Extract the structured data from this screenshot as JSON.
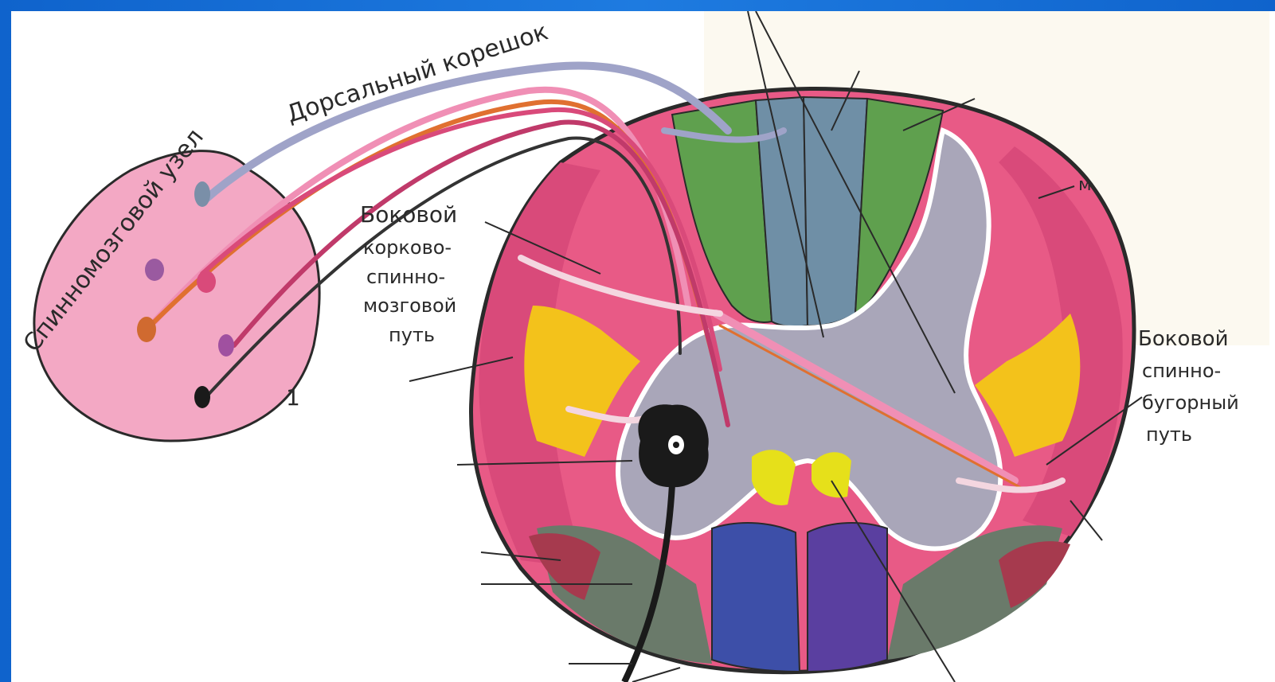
{
  "labels": {
    "dorsal_root": "Дорсальный корешок",
    "spinal_ganglion": "Спинномозговой узел",
    "lateral_corticospinal_1": "Боковой",
    "lateral_corticospinal_2": "корково-",
    "lateral_corticospinal_3": "спинно-",
    "lateral_corticospinal_4": "мозговой",
    "lateral_corticospinal_5": "путь",
    "lateral_spinothalamic_1": "Боковой",
    "lateral_spinothalamic_2": "спинно-",
    "lateral_spinothalamic_3": "бугорный",
    "lateral_spinothalamic_4": "путь",
    "letter_m": "м",
    "letter_1": "1"
  },
  "colors": {
    "frame_blue": "#1b6fd6",
    "white_matter_pink": "#e85a86",
    "dorsal_green": "#5fa04e",
    "dorsal_blue_gray": "#6f8fa6",
    "gray_matter": "#a9a6b9",
    "yellow_tract": "#f3c21b",
    "ventral_blue": "#4a3fa3",
    "ganglion_pink": "#f3a8c4",
    "neuron_black": "#1a1a1a"
  }
}
